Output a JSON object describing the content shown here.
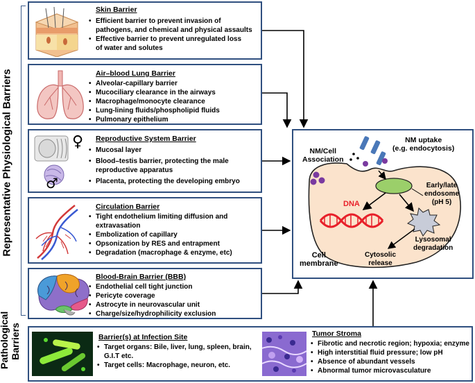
{
  "side_labels": {
    "physiological": "Representative Physiological Barriers",
    "pathological_1": "Pathological",
    "pathological_2": "Barriers"
  },
  "panels": {
    "skin": {
      "title": "Skin Barrier",
      "items": [
        "Efficient barrier to prevent invasion of",
        "pathogens, and chemical and physical assaults",
        "Effective barrier to prevent unregulated loss",
        "of water and solutes"
      ]
    },
    "lung": {
      "title": "Air–blood Lung Barrier",
      "items": [
        "Alveolar-capillary barrier",
        "Mucociliary clearance in the airways",
        "Macrophage/monocyte clearance",
        "Lung-lining fluids/phospholipid fluids",
        "Pulmonary epithelium"
      ]
    },
    "repro": {
      "title": "Reproductive System Barrier",
      "items": [
        "Mucosal layer",
        "Blood–testis barrier, protecting the male",
        "reproductive apparatus",
        "Placenta, protecting the developing embryo"
      ],
      "female_symbol": "♀",
      "male_symbol": "♂"
    },
    "circ": {
      "title": "Circulation Barrier",
      "items": [
        "Tight endothelium limiting diffusion and",
        "extravasation",
        "Embolization of capillary",
        "Opsonization by RES and entrapment",
        "Degradation (macrophage & enzyme, etc)"
      ]
    },
    "bbb": {
      "title": "Blood-Brain Barrier (BBB)",
      "items": [
        "Endothelial cell tight junction",
        "Pericyte coverage",
        "Astrocyte in neurovascular unit",
        "Charge/size/hydrophilicity exclusion"
      ]
    },
    "infection": {
      "title": "Barrier(s) at Infection Site",
      "items": [
        "Target organs: Bile, liver, lung, spleen, brain,",
        "G.I.T etc.",
        "Target cells: Macrophage, neuron, etc."
      ]
    },
    "tumor": {
      "title": "Tumor Stroma",
      "items": [
        "Fibrotic and necrotic region; hypoxia; enzyme",
        "High interstitial fluid pressure; low pH",
        "Absence of abundant vessels",
        "Abnormal tumor microvasculature"
      ]
    }
  },
  "cell": {
    "nm_association": [
      "NM/Cell",
      "Association"
    ],
    "nm_uptake": [
      "NM uptake",
      "(e.g. endocytosis)"
    ],
    "endosome": [
      "Early/late",
      "endosome",
      "(pH 5)"
    ],
    "dna": "DNA",
    "lysosomal": [
      "Lysosomal",
      "degradation"
    ],
    "cytosolic": [
      "Cytosolic",
      "release"
    ],
    "membrane": [
      "Cell",
      "membrane"
    ]
  },
  "colors": {
    "panel_border": "#2f4f7f",
    "cell_fill": "#fbe3cc",
    "dna": "#e8202a",
    "endosome": "#9bcf6a",
    "nanoparticle": "#4a78b8",
    "purple_dots": "#7a3aa0"
  }
}
